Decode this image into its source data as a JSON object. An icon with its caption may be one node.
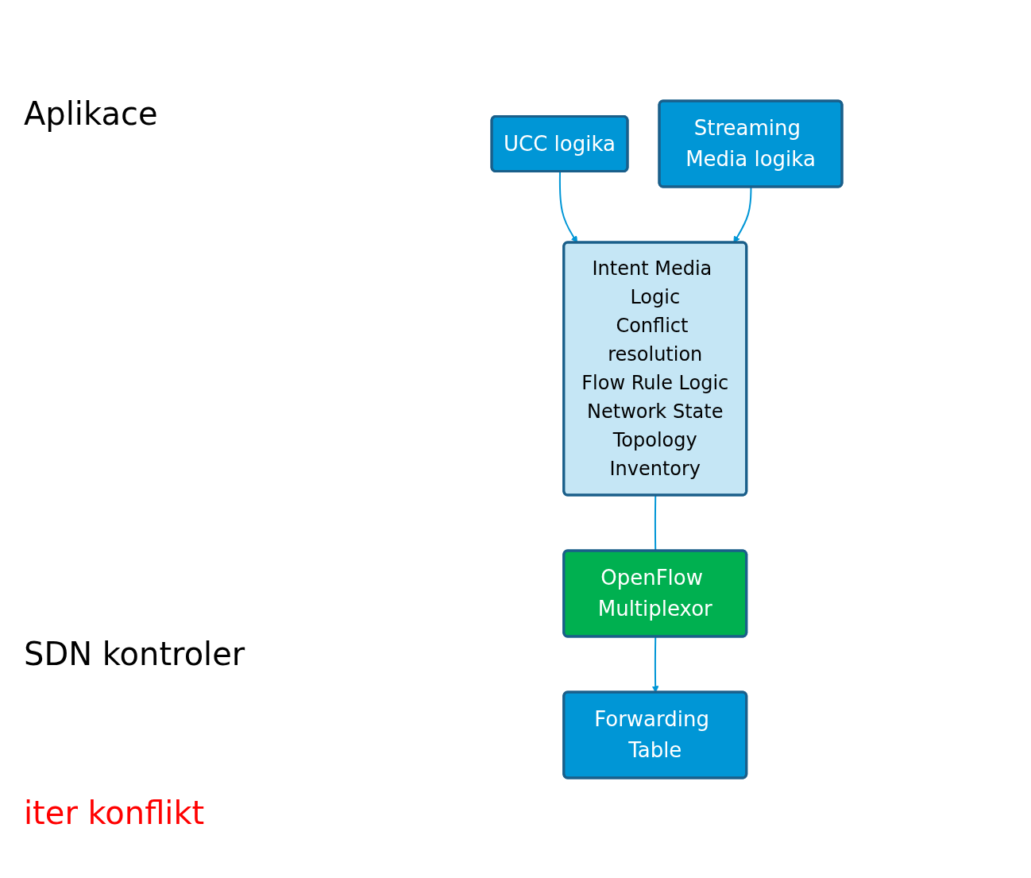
{
  "diagram": {
    "nodes": [
      {
        "text": [
          "UCC logika"
        ]
      },
      {
        "text": [
          "Streaming Media logika"
        ]
      },
      {
        "text": [
          "Intent Media Logic",
          "Conflict resolution",
          "Flow Rule Logic",
          "Network State",
          "Topology",
          "Inventory"
        ]
      },
      {
        "text": [
          "OpenFlow Multiplexor"
        ]
      },
      {
        "text": [
          "Forwarding Table"
        ]
      }
    ],
    "edges": [
      {
        "from": 0,
        "to": 2,
        "arrow": "to"
      },
      {
        "from": 1,
        "to": 2,
        "arrow": "to"
      },
      {
        "from": 2,
        "to": 3,
        "arrow": "none"
      },
      {
        "from": 3,
        "to": 4,
        "arrow": "to"
      }
    ],
    "labels": [
      "Aplikace",
      "SDN kontroler",
      "iter konflikt"
    ]
  }
}
